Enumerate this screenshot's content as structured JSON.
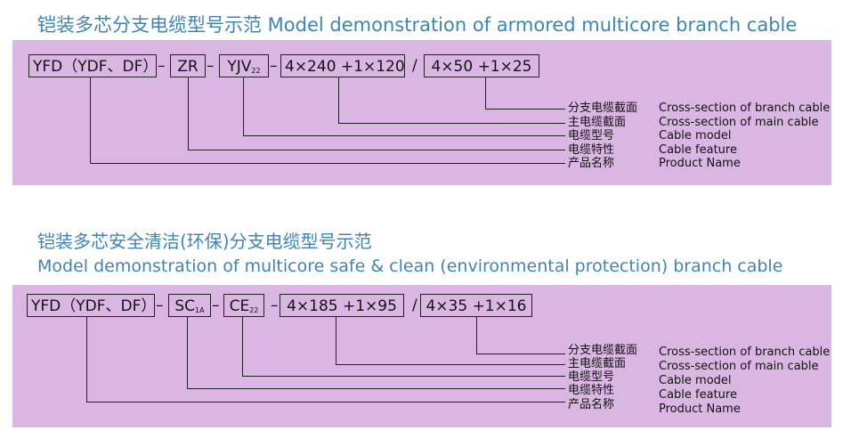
{
  "section1": {
    "title": "铠装多芯分支电缆型号示范 Model demonstration of armored multicore branch cable",
    "boxes": [
      "YFD（YDF、DF）",
      "ZR",
      "YJV",
      "22",
      "4×240 +1×120",
      "4×50 +1×25"
    ],
    "dash": "–",
    "slash": "/",
    "labels": [
      {
        "zh": "分支电缆截面",
        "en": "Cross-section of branch cable"
      },
      {
        "zh": "主电缆截面",
        "en": "Cross-section of main cable"
      },
      {
        "zh": "电缆型号",
        "en": "Cable model"
      },
      {
        "zh": "电缆特性",
        "en": "Cable feature"
      },
      {
        "zh": "产品名称",
        "en": "Product Name"
      }
    ]
  },
  "section2": {
    "title_zh": "铠装多芯安全清洁(环保)分支电缆型号示范",
    "title_en": "Model demonstration of multicore safe & clean (environmental protection) branch cable",
    "boxes": [
      "YFD（YDF、DF）",
      "SC",
      "1A",
      "CE",
      "22",
      "4×185 +1×95",
      "4×35 +1×16"
    ],
    "dash": "–",
    "slash": "/",
    "labels": [
      {
        "zh": "分支电缆截面",
        "en": "Cross-section of branch cable"
      },
      {
        "zh": "主电缆截面",
        "en": "Cross-section of main cable"
      },
      {
        "zh": "电缆型号",
        "en": "Cable model"
      },
      {
        "zh": "电缆特性",
        "en": "Cable feature"
      },
      {
        "zh": "产品名称",
        "en": "Product Name"
      }
    ]
  },
  "colors": {
    "title": "#3f84b8",
    "panel": "#dab7e3",
    "line": "#222222"
  }
}
